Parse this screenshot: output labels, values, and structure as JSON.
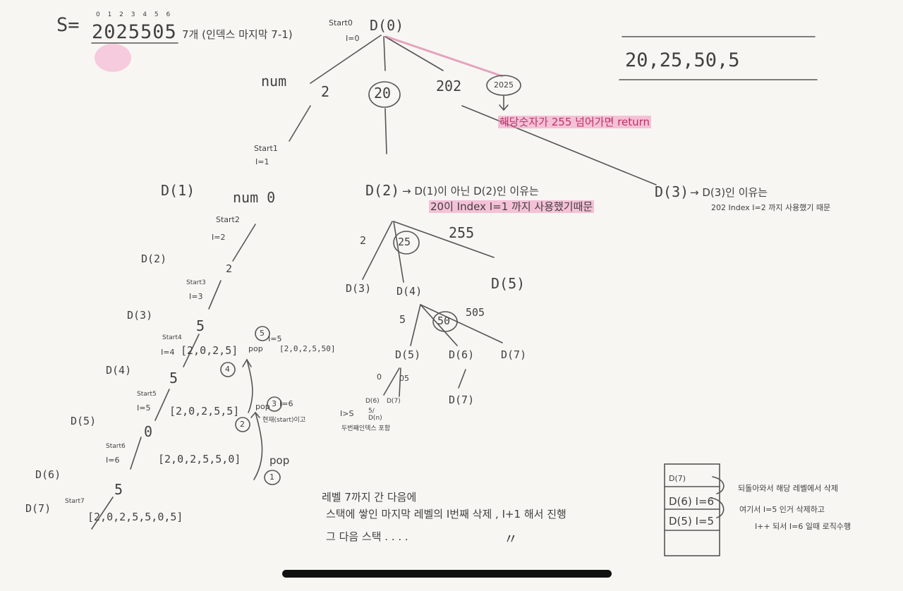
{
  "header": {
    "s_eq": "S=",
    "index_digits": "0 1 2 3 4 5 6",
    "s_value": "2025505",
    "s_note": "7개 (인덱스 마지막 7-1)"
  },
  "result_box": {
    "values": "20,25,50,5"
  },
  "root": {
    "start": "Start0",
    "i": "I=0",
    "node": "D(0)",
    "num_label": "num",
    "branches": [
      "2",
      "20",
      "202",
      "2025"
    ],
    "return_note": "해당숫자가 255 넘어가면 return"
  },
  "left_chain": {
    "start1": "Start1",
    "i1": "I=1",
    "d1": "D(1)",
    "num0": "num 0",
    "start2": "Start2",
    "i2": "I=2",
    "d2": "D(2)",
    "v2": "2",
    "start3": "Start3",
    "i3": "I=3",
    "d3": "D(3)",
    "v5": "5",
    "start4": "Start4",
    "i4": "I=4",
    "stack4": "[2,0,2,5]",
    "pop4": "pop",
    "mark5": "5",
    "i5b": "I=5",
    "stack5b": "[2,0,2,5,50]",
    "mark4": "4",
    "d4": "D(4)",
    "v5b": "5",
    "start5": "Start5",
    "i5": "I=5",
    "stack5": "[2,0,2,5,5]",
    "pop5": "pop",
    "mark3": "3",
    "i6b": "I=6",
    "mark2": "2",
    "note_a": "현재(start)이고",
    "note_b": "I>S",
    "note_c": "5/",
    "note_d": "D(n)",
    "note_e": "두번째인덱스 포함",
    "d5": "D(5)",
    "v0": "0",
    "start6": "Start6",
    "i6": "I=6",
    "stack6": "[2,0,2,5,5,0]",
    "pop6": "pop",
    "mark1": "1",
    "d6": "D(6)",
    "v5c": "5",
    "d7": "D(7)",
    "start7": "Start7",
    "stack7": "[2,0,2,5,5,0,5]"
  },
  "middle": {
    "d2": "D(2)",
    "d2_note1": "→ D(1)이 아닌 D(2)인 이유는",
    "d2_note2": "20이 Index I=1 까지 사용했기때문",
    "b2": "2",
    "b25": "25",
    "b255": "255",
    "d3": "D(3)",
    "d4": "D(4)",
    "d5": "D(5)",
    "c5": "5",
    "c50": "50",
    "c505": "505",
    "dd5": "D(5)",
    "dd6": "D(6)",
    "dd7": "D(7)",
    "e0": "0",
    "e05": "05",
    "ed6": "D(6)",
    "ed7": "D(7)",
    "ed7b": "D(7)"
  },
  "right": {
    "d3": "D(3)",
    "d3_note1": "→ D(3)인 이유는",
    "d3_note2": "202 Index I=2 까지 사용했기 때문"
  },
  "bottom_notes": {
    "line1": "레벨 7까지 간 다음에",
    "line2": "스택에 쌓인 마지막 레벨의 I번째 삭제 , I+1 해서 진행",
    "line3": "그 다음 스택 . . . .",
    "ditto": "〃"
  },
  "stack_box": {
    "cells": [
      "D(7)",
      "D(6) I=6",
      "D(5) I=5",
      "",
      ""
    ],
    "note1": "되돌아와서 해당 레벨에서 삭제",
    "note2": "여기서 I=5 인거 삭제하고",
    "note3": "I++ 되서 I=6 일때 로직수행"
  }
}
